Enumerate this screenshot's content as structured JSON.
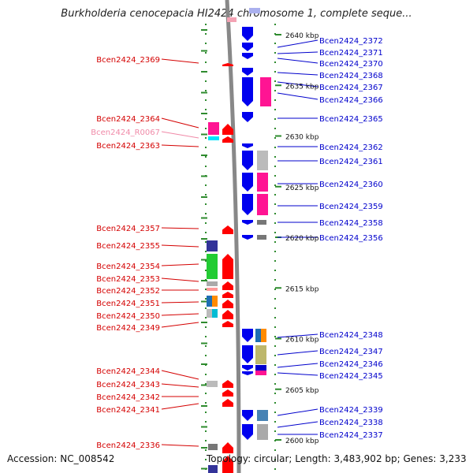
{
  "title": "Burkholderia cenocepacia HI2424 chromosome 1, complete seque...",
  "footer": {
    "accession": "Accession: NC_008542",
    "topology": "Topology: circular; Length: 3,483,902 bp; Genes: 3,233"
  },
  "kbp_labels": [
    {
      "text": "2640 kbp",
      "kb": 2640
    },
    {
      "text": "2635 kbp",
      "kb": 2635
    },
    {
      "text": "2630 kbp",
      "kb": 2630
    },
    {
      "text": "2625 kbp",
      "kb": 2625
    },
    {
      "text": "2620 kbp",
      "kb": 2620
    },
    {
      "text": "2615 kbp",
      "kb": 2615
    },
    {
      "text": "2610 kbp",
      "kb": 2610
    },
    {
      "text": "2605 kbp",
      "kb": 2605
    },
    {
      "text": "2600 kbp",
      "kb": 2600
    }
  ],
  "left_genes": [
    {
      "name": "Bcen2424_2369",
      "color": "#d40000"
    },
    {
      "name": "Bcen2424_2364",
      "color": "#d40000"
    },
    {
      "name": "Bcen2424_R0067",
      "color": "#f08aa8"
    },
    {
      "name": "Bcen2424_2363",
      "color": "#d40000"
    },
    {
      "name": "Bcen2424_2357",
      "color": "#d40000"
    },
    {
      "name": "Bcen2424_2355",
      "color": "#d40000"
    },
    {
      "name": "Bcen2424_2354",
      "color": "#d40000"
    },
    {
      "name": "Bcen2424_2353",
      "color": "#d40000"
    },
    {
      "name": "Bcen2424_2352",
      "color": "#d40000"
    },
    {
      "name": "Bcen2424_2351",
      "color": "#d40000"
    },
    {
      "name": "Bcen2424_2350",
      "color": "#d40000"
    },
    {
      "name": "Bcen2424_2349",
      "color": "#d40000"
    },
    {
      "name": "Bcen2424_2344",
      "color": "#d40000"
    },
    {
      "name": "Bcen2424_2343",
      "color": "#d40000"
    },
    {
      "name": "Bcen2424_2342",
      "color": "#d40000"
    },
    {
      "name": "Bcen2424_2341",
      "color": "#d40000"
    },
    {
      "name": "Bcen2424_2336",
      "color": "#d40000"
    }
  ],
  "right_genes": [
    {
      "name": "Bcen2424_2372",
      "color": "#0000cc"
    },
    {
      "name": "Bcen2424_2371",
      "color": "#0000cc"
    },
    {
      "name": "Bcen2424_2370",
      "color": "#0000cc"
    },
    {
      "name": "Bcen2424_2368",
      "color": "#0000cc"
    },
    {
      "name": "Bcen2424_2367",
      "color": "#0000cc"
    },
    {
      "name": "Bcen2424_2366",
      "color": "#0000cc"
    },
    {
      "name": "Bcen2424_2365",
      "color": "#0000cc"
    },
    {
      "name": "Bcen2424_2362",
      "color": "#0000cc"
    },
    {
      "name": "Bcen2424_2361",
      "color": "#0000cc"
    },
    {
      "name": "Bcen2424_2360",
      "color": "#0000cc"
    },
    {
      "name": "Bcen2424_2359",
      "color": "#0000cc"
    },
    {
      "name": "Bcen2424_2358",
      "color": "#0000cc"
    },
    {
      "name": "Bcen2424_2356",
      "color": "#0000cc"
    },
    {
      "name": "Bcen2424_2348",
      "color": "#0000cc"
    },
    {
      "name": "Bcen2424_2347",
      "color": "#0000cc"
    },
    {
      "name": "Bcen2424_2346",
      "color": "#0000cc"
    },
    {
      "name": "Bcen2424_2345",
      "color": "#0000cc"
    },
    {
      "name": "Bcen2424_2339",
      "color": "#0000cc"
    },
    {
      "name": "Bcen2424_2338",
      "color": "#0000cc"
    },
    {
      "name": "Bcen2424_2337",
      "color": "#0000cc"
    }
  ],
  "colors": {
    "forward_strand": "#ff0000",
    "reverse_strand": "#0000ee",
    "backbone": "#888888",
    "ticks": "#2e8b2e"
  }
}
